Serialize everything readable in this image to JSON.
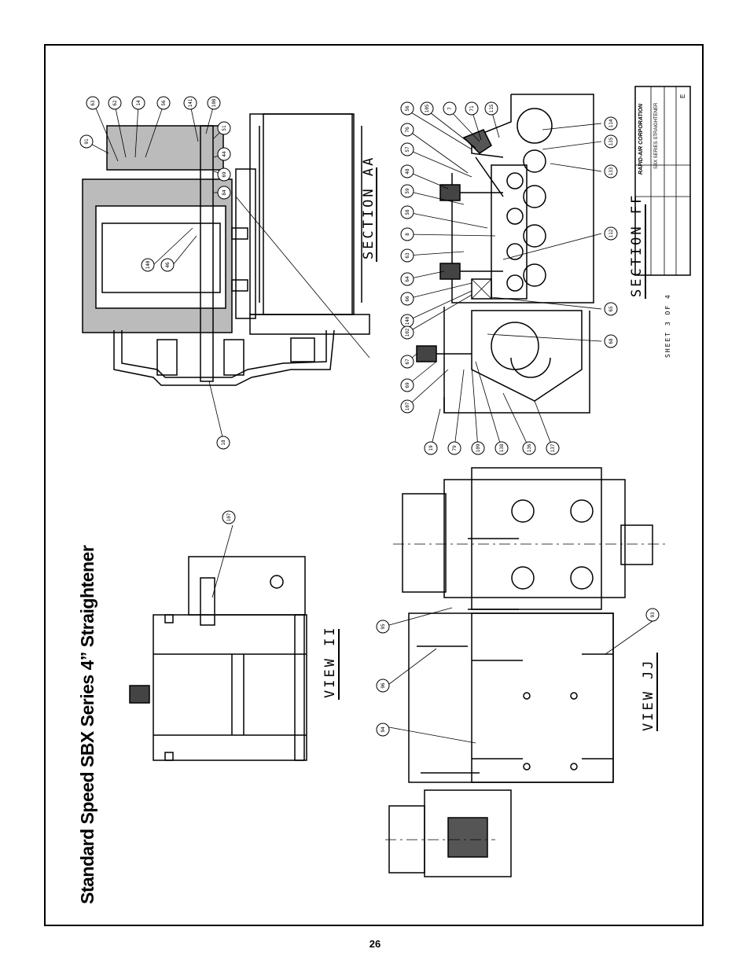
{
  "page": {
    "title": "Standard Speed SBX Series 4” Straightener",
    "page_number": "26"
  },
  "views": {
    "section_aa": "SECTION AA",
    "section_ff": "SECTION FF",
    "view_ii": "VIEW II",
    "view_jj": "VIEW JJ",
    "sheet": "SHEET 3 OF 4"
  },
  "title_block": {
    "company": "RAPID-AIR CORPORATION",
    "description": "SBX SERIES STRAIGHTENER",
    "size": "E"
  },
  "callouts": {
    "aa": [
      "63",
      "62",
      "14",
      "56",
      "141",
      "108",
      "51",
      "91",
      "44",
      "69",
      "84",
      "140",
      "46",
      "18"
    ],
    "ff": [
      "56",
      "105",
      "7",
      "71",
      "115",
      "114",
      "135",
      "133",
      "76",
      "57",
      "48",
      "59",
      "58",
      "8",
      "112",
      "63",
      "64",
      "66",
      "65",
      "140",
      "68",
      "102",
      "67",
      "69",
      "107",
      "19",
      "79",
      "109",
      "138",
      "136",
      "137",
      "133",
      "110",
      "111"
    ],
    "ii": [
      "107"
    ],
    "jj": [
      "95",
      "93",
      "96",
      "94"
    ]
  }
}
